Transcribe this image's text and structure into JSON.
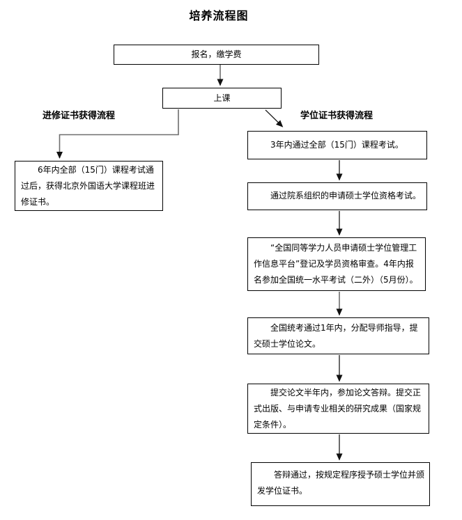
{
  "diagram": {
    "title": "培养流程图",
    "start_box": "报名，缴学费",
    "class_box": "上课",
    "left_branch": {
      "label": "进修证书获得流程",
      "steps": [
        "6年内全部（15门）课程考试通过后，获得北京外国语大学课程班进修证书。"
      ]
    },
    "right_branch": {
      "label": "学位证书获得流程",
      "steps": [
        "3年内通过全部（15门）课程考试。",
        "通过院系组织的申请硕士学位资格考试。",
        "“全国同等学力人员申请硕士学位管理工作信息平台”登记及学员资格审查。4年内报名参加全国统一水平考试（二外）（5月份）。",
        "全国统考通过1年内，分配导师指导，提交硕士学位论文。",
        "提交论文半年内，参加论文答辩。提交正式出版、与申请专业相关的研究成果（国家规定条件）。",
        "答辩通过，按规定程序授予硕士学位并颁发学位证书。"
      ]
    },
    "colors": {
      "background": "#ffffff",
      "box_border": "#000000",
      "text": "#000000",
      "connector_dark": "#1a1a1a",
      "connector_gray": "#6e6e6e"
    }
  }
}
